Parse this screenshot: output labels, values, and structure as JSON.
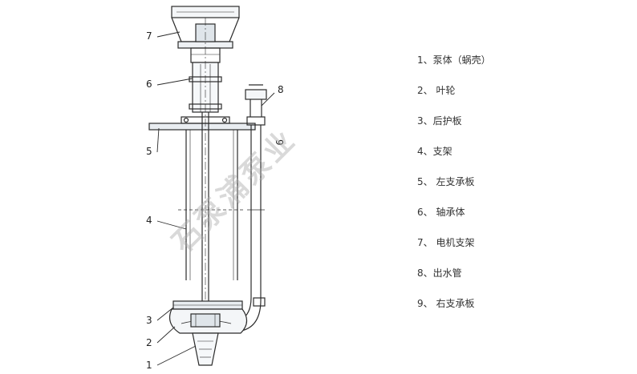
{
  "callouts": [
    "7",
    "6",
    "5",
    "4",
    "3",
    "2",
    "1",
    "8",
    "9"
  ],
  "watermark": "石泵浦泵业",
  "legend": [
    {
      "num": "1、",
      "text": "泵体（蜗壳）"
    },
    {
      "num": "2、",
      "text": " 叶轮"
    },
    {
      "num": "3、",
      "text": "后护板"
    },
    {
      "num": "4、",
      "text": "支架"
    },
    {
      "num": "5、",
      "text": " 左支承板"
    },
    {
      "num": "6、",
      "text": " 轴承体"
    },
    {
      "num": "7、",
      "text": " 电机支架"
    },
    {
      "num": "8、",
      "text": "出水管"
    },
    {
      "num": "9、",
      "text": " 右支承板"
    }
  ]
}
